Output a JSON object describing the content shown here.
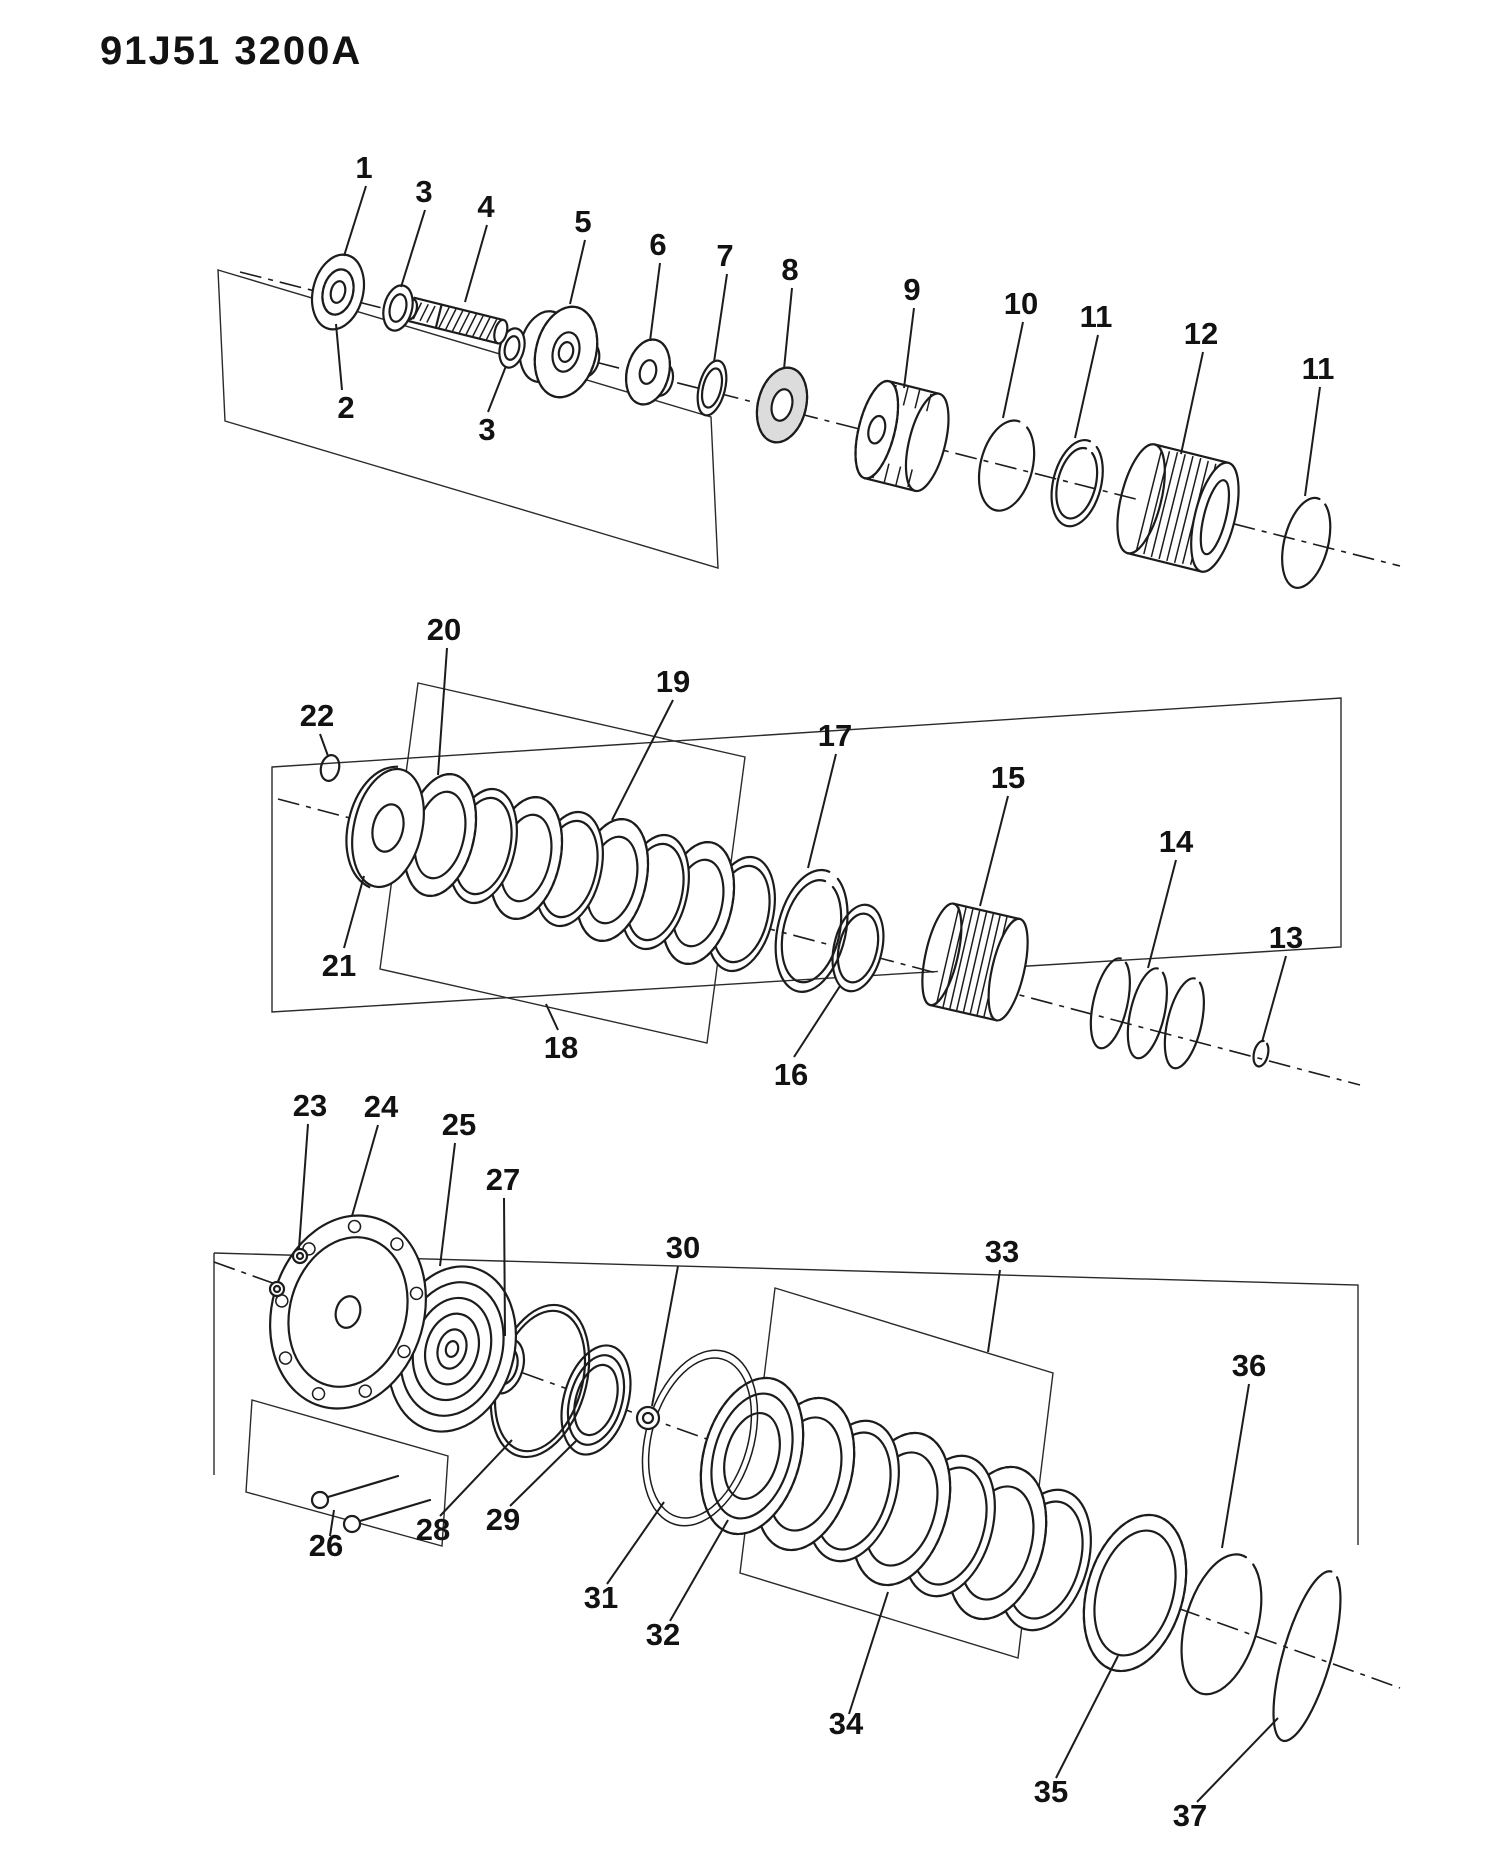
{
  "title": "91J51 3200A",
  "colors": {
    "ink": "#1c1c1c",
    "paper": "#ffffff"
  },
  "figure": {
    "kind": "exploded-parts-diagram",
    "callouts": [
      {
        "label": "1"
      },
      {
        "label": "2"
      },
      {
        "label": "3"
      },
      {
        "label": "3"
      },
      {
        "label": "4"
      },
      {
        "label": "5"
      },
      {
        "label": "6"
      },
      {
        "label": "7"
      },
      {
        "label": "8"
      },
      {
        "label": "9"
      },
      {
        "label": "10"
      },
      {
        "label": "11"
      },
      {
        "label": "11"
      },
      {
        "label": "12"
      },
      {
        "label": "13"
      },
      {
        "label": "14"
      },
      {
        "label": "15"
      },
      {
        "label": "16"
      },
      {
        "label": "17"
      },
      {
        "label": "18"
      },
      {
        "label": "19"
      },
      {
        "label": "20"
      },
      {
        "label": "21"
      },
      {
        "label": "22"
      },
      {
        "label": "23"
      },
      {
        "label": "24"
      },
      {
        "label": "25"
      },
      {
        "label": "26"
      },
      {
        "label": "27"
      },
      {
        "label": "28"
      },
      {
        "label": "29"
      },
      {
        "label": "30"
      },
      {
        "label": "31"
      },
      {
        "label": "32"
      },
      {
        "label": "33"
      },
      {
        "label": "34"
      },
      {
        "label": "35"
      },
      {
        "label": "36"
      },
      {
        "label": "37"
      }
    ]
  }
}
